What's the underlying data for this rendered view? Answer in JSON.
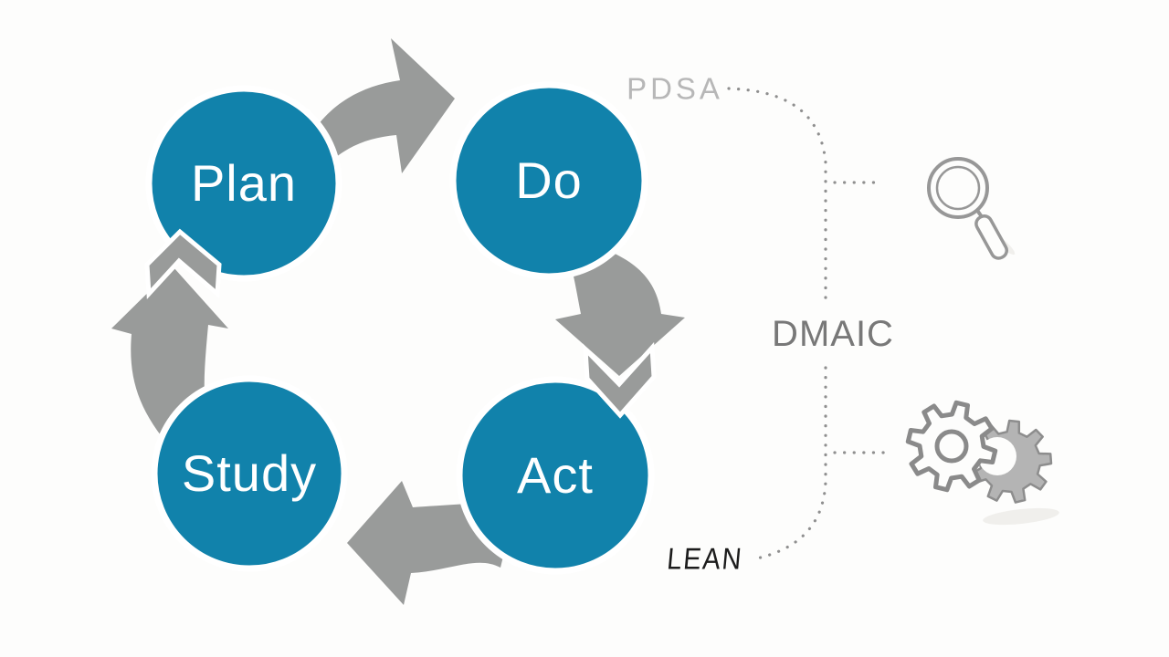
{
  "cycle": {
    "steps": [
      {
        "label": "Plan",
        "position": "top-left"
      },
      {
        "label": "Do",
        "position": "top-right"
      },
      {
        "label": "Act",
        "position": "bottom-right"
      },
      {
        "label": "Study",
        "position": "bottom-left"
      }
    ]
  },
  "methods": {
    "pdsa": "PDSA",
    "dmaic": "DMAIC",
    "lean": "LEAN"
  },
  "icons": {
    "magnifier": "magnifier-icon",
    "gears": "gears-icon"
  },
  "colors": {
    "background": "#fdfdfc",
    "circle_fill": "#1182ab",
    "arrow_gray": "#999b9a",
    "dotted_gray": "#8f8f8f",
    "pdsa_text": "#b7b7b7",
    "dmaic_text": "#787878",
    "lean_text": "#1c1c1c",
    "label_text": "#ffffff"
  }
}
